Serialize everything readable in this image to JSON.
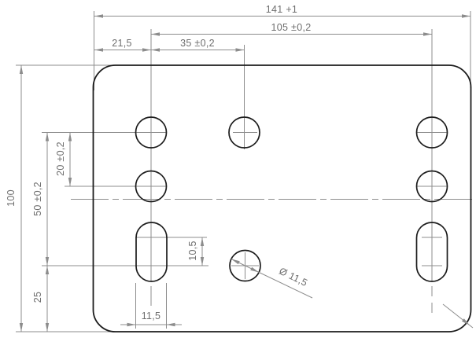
{
  "drawing": {
    "title": "plate-drawing",
    "dimensions": {
      "overall_width": "141 +1",
      "hole_columns_span": "105 ±0,2",
      "first_column_offset": "21,5",
      "second_column_offset": "35 ±0,2",
      "overall_height": "100",
      "rows_span": "50 ±0,2",
      "row_spacing": "20 ±0,2",
      "bottom_row_offset": "25",
      "slot_arc_offset": "10,5",
      "slot_width": "11,5",
      "hole_diameter": "Ø 11,5"
    }
  }
}
